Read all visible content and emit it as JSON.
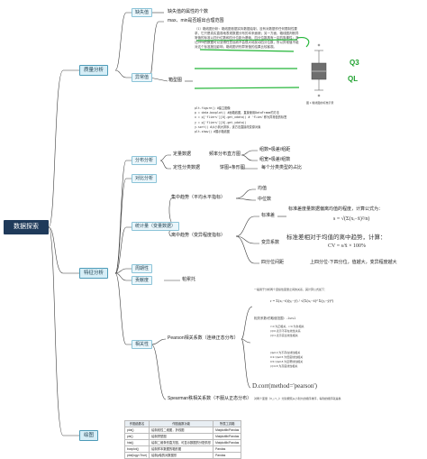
{
  "root": "数据探索",
  "quantity": {
    "label": "质量分析",
    "missing": {
      "label": "缺失值",
      "leaf": "缺失值的属性的个数"
    },
    "outlier": {
      "label": "异常值",
      "leaf1": "max、min是否超出合理范围",
      "boxplot": "箱型图",
      "box_text": "（1）箱线图分析：箱线图依据实际数据绘制，没有对数据作任何限制性要求，它只是真实直观地表现数据分布的本来面貌；另一方面，箱线图判断异常值的标准以四分位数和四分位距为基础，四分位数具有一定的鲁棒性：多达25%的数据可以变得任意远而不会很大地扰动四分位数，所以异常值不能对这个标准施加影响，箱线图识别异常值的结果比较客观。",
      "fig_caption": "图 1  箱线图的标准示意",
      "hand1": "Q3",
      "hand2": "QL",
      "code": [
        "plt.figure()  #建立图像",
        "p = data.boxplot()  #画箱线图，直接使用DataFrame的方法",
        "x = p['fliers'][0].get_xdata()  # 'flies'即为异常值的标签",
        "y = p['fliers'][0].get_ydata()",
        "y.sort()  #从小到大排序，该方法直接改变原对象",
        "plt.show()  #展示箱线图"
      ]
    }
  },
  "feature": {
    "label": "特征分析",
    "distribution": {
      "label": "分布分析",
      "rows": [
        {
          "kind": "定量数据",
          "desc": "频率分布直方图",
          "sub": [
            "组数=极差/组距",
            "组宽=极差/组数"
          ]
        },
        {
          "kind": "定性分类数据",
          "desc": "饼图+条形图",
          "sub": [
            "每个分类类型的占比"
          ]
        }
      ]
    },
    "compare": {
      "label": "对比分析"
    },
    "stats": {
      "label": "统计量（变量数据）",
      "central": {
        "label": "集中趋势（平均水平指标）",
        "items": [
          "均值",
          "中位数"
        ]
      },
      "dispersion": {
        "label": "离中趋势（变异程度指标）",
        "std": "标准差",
        "std_desc": "标准差度量数据偏离均值的程度，计算公式为：",
        "cv": "变异系数",
        "cv_desc": "标准差相对于均值的离中趋势，计算：",
        "cv_formula": "CV = s/x̄ × 100%",
        "iqr": "四分位间距",
        "iqr_desc": "上四分位-下四分位，值越大，变异程度越大"
      }
    },
    "periodic": {
      "label": "周期性"
    },
    "contribution": {
      "label": "贡献度",
      "leaf": "帕累托"
    },
    "correlation": {
      "label": "相关性",
      "pearson": "Pearson相关系数（连续正态分布）",
      "pearson_note": "一般用于分析两个连续性变量之间的关系，其计算公式如下：",
      "r_note": "相关系数r的取值范围：-1≤r≤1",
      "r_items": [
        "r>0 为正相关，r<0 为负相关",
        "|r|=0 表示不存在线性关系",
        "|r|=1 表示完全线性相关"
      ],
      "r_levels": [
        "|r|≤0.3 为不存在线性相关",
        "0.3<|r|≤0.5 为低度线性相关",
        "0.5<|r|≤0.8 为显著线性相关",
        "|r|>0.8 为高度线性相关"
      ],
      "dcorr": "D.corr(method='pearson')",
      "spearman": "Spearman秩相关系数（不服从正态分布）",
      "spearman_note": "对两个变量（X_i,Y_i）分别按照从小到大的顺序排序，得到的顺序就是秩"
    }
  },
  "plot": {
    "label": "绘图",
    "table": {
      "headers": [
        "作图函数名",
        "作图函数功能",
        "所属工具箱"
      ],
      "rows": [
        [
          "plot()",
          "绘制线性二维图，折线图",
          "Matplotlib/Pandas"
        ],
        [
          "pie()",
          "绘制饼型图",
          "Matplotlib/Pandas"
        ],
        [
          "hist()",
          "绘制二维条形直方图，可显示数据的分配情形",
          "Matplotlib/Pandas"
        ],
        [
          "boxplot()",
          "绘制样本数据的箱形图",
          "Pandas"
        ],
        [
          "plot(logy=True)",
          "绘制y轴的对数图形",
          "Pandas"
        ]
      ]
    }
  }
}
